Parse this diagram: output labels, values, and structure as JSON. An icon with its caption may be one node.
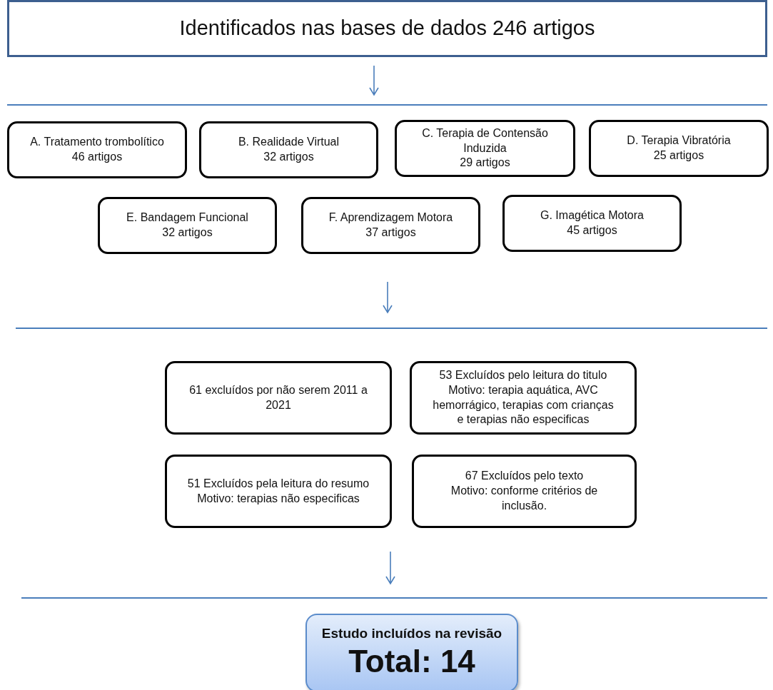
{
  "diagram": {
    "nodes": [
      {
        "text": [
          "Identificados nas bases de dados 246 artigos"
        ]
      },
      {
        "text": [
          "A. Tratamento trombolítico",
          "46 artigos"
        ]
      },
      {
        "text": [
          "B. Realidade Virtual",
          "32 artigos"
        ]
      },
      {
        "text": [
          "C. Terapia de Contensão Induzida",
          "29 artigos"
        ]
      },
      {
        "text": [
          "D. Terapia Vibratória",
          "25 artigos"
        ]
      },
      {
        "text": [
          "E. Bandagem Funcional",
          "32 artigos"
        ]
      },
      {
        "text": [
          "F. Aprendizagem Motora",
          "37 artigos"
        ]
      },
      {
        "text": [
          "G. Imagética Motora",
          "45 artigos"
        ]
      },
      {
        "text": [
          "61 excluídos por não serem 2011 a 2021"
        ]
      },
      {
        "text": [
          "53 Excluídos pelo leitura do titulo",
          "Motivo: terapia aquática, AVC hemorrágico, terapias com crianças e terapias não especificas"
        ]
      },
      {
        "text": [
          "51 Excluídos pela leitura do resumo",
          "Motivo: terapias não especificas"
        ]
      },
      {
        "text": [
          "67 Excluídos pelo texto",
          "Motivo: conforme critérios de inclusão."
        ]
      },
      {
        "text": [
          "Estudo incluídos na revisão",
          "Total: 14"
        ]
      }
    ]
  }
}
